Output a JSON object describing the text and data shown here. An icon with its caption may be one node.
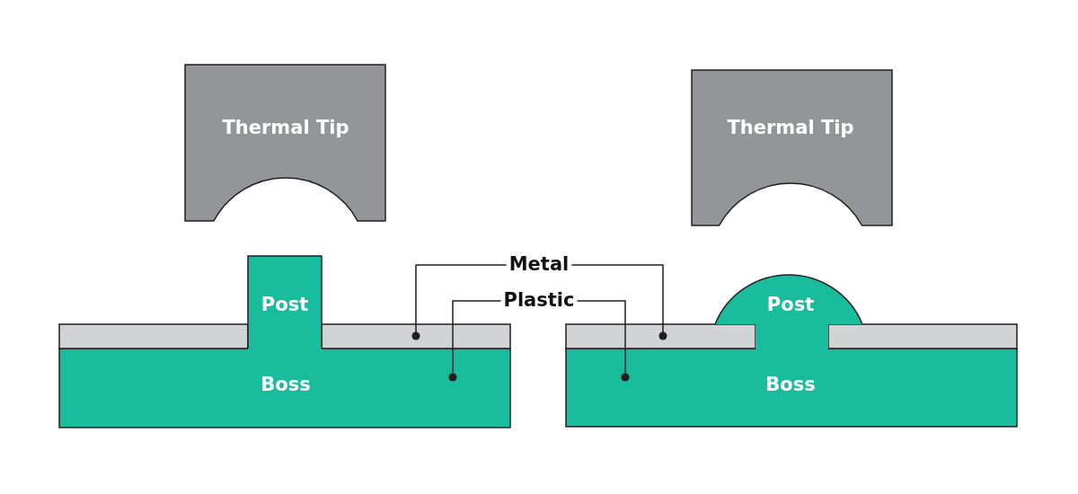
{
  "diagram": {
    "nodes": [
      {
        "text": [
          "Thermal Tip"
        ]
      },
      {
        "text": [
          "Post"
        ]
      },
      {
        "text": [
          "Boss"
        ]
      },
      {
        "text": [
          "Thermal Tip"
        ]
      },
      {
        "text": [
          "Post"
        ]
      },
      {
        "text": [
          "Boss"
        ]
      },
      {
        "text": [
          "Metal"
        ]
      },
      {
        "text": [
          "Plastic"
        ]
      },
      {
        "text": [],
        "shape": "bar"
      },
      {
        "text": [],
        "shape": "bar"
      },
      {
        "text": [],
        "shape": "bar"
      },
      {
        "text": [],
        "shape": "bar"
      }
    ],
    "edges": [
      {
        "from": 6,
        "to": 9,
        "arrow": "other"
      },
      {
        "from": 6,
        "to": 10,
        "arrow": "other"
      },
      {
        "from": 7,
        "to": 2,
        "arrow": "other"
      },
      {
        "from": 7,
        "to": 5,
        "arrow": "other"
      }
    ]
  }
}
